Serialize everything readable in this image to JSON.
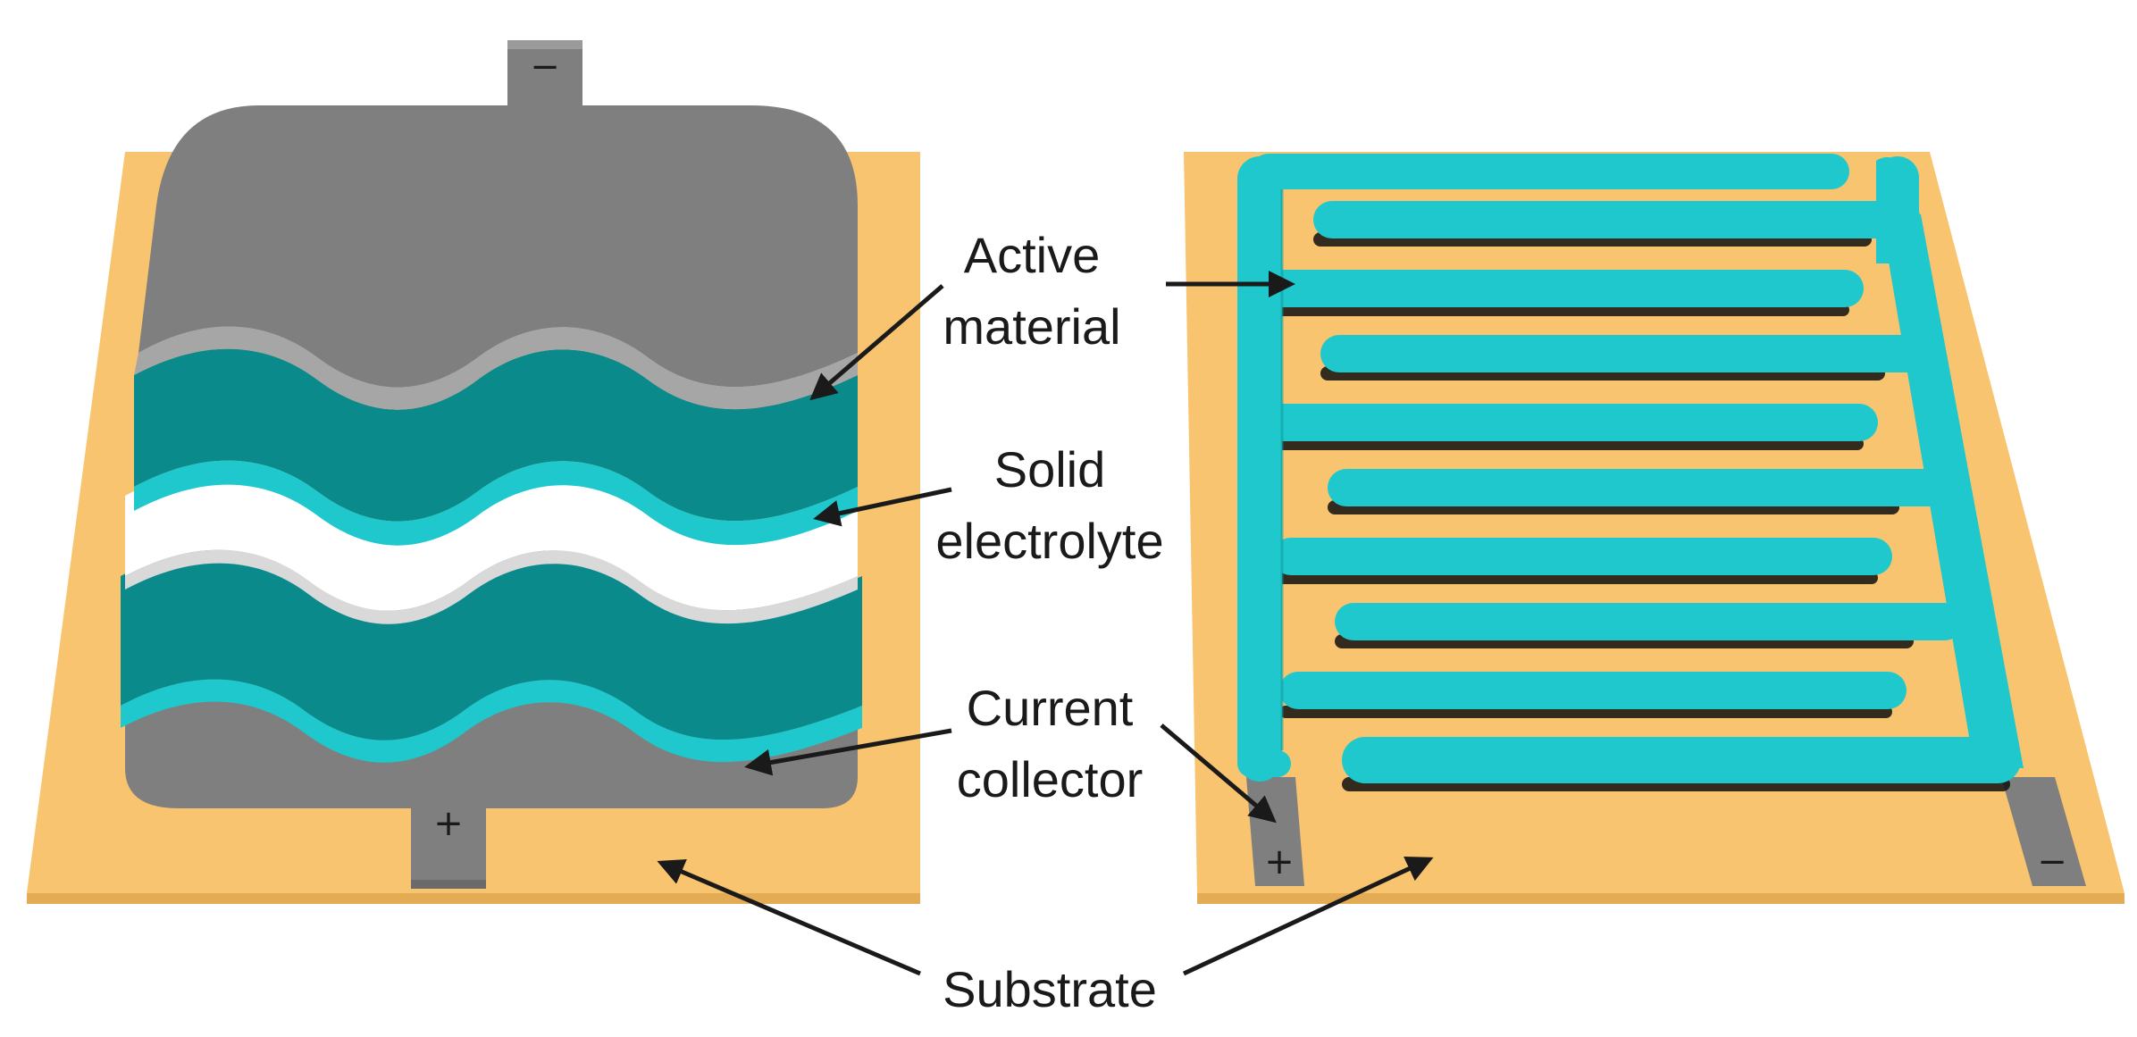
{
  "labels": {
    "active_material": [
      "Active",
      "material"
    ],
    "solid_electrolyte": [
      "Solid",
      "electrolyte"
    ],
    "current_collector": [
      "Current",
      "collector"
    ],
    "substrate": "Substrate"
  },
  "terminals": {
    "negative": "−",
    "positive": "+"
  },
  "colors": {
    "substrate": "#f9c46f",
    "substrate_edge": "#e0a850",
    "collector": "#7f7f7f",
    "collector_light": "#a0a0a0",
    "active_dark": "#0b8a8c",
    "active_bright": "#1fc8cc",
    "active_edge": "#11a6aa",
    "electrolyte": "#ffffff",
    "text": "#1a1a1a"
  }
}
